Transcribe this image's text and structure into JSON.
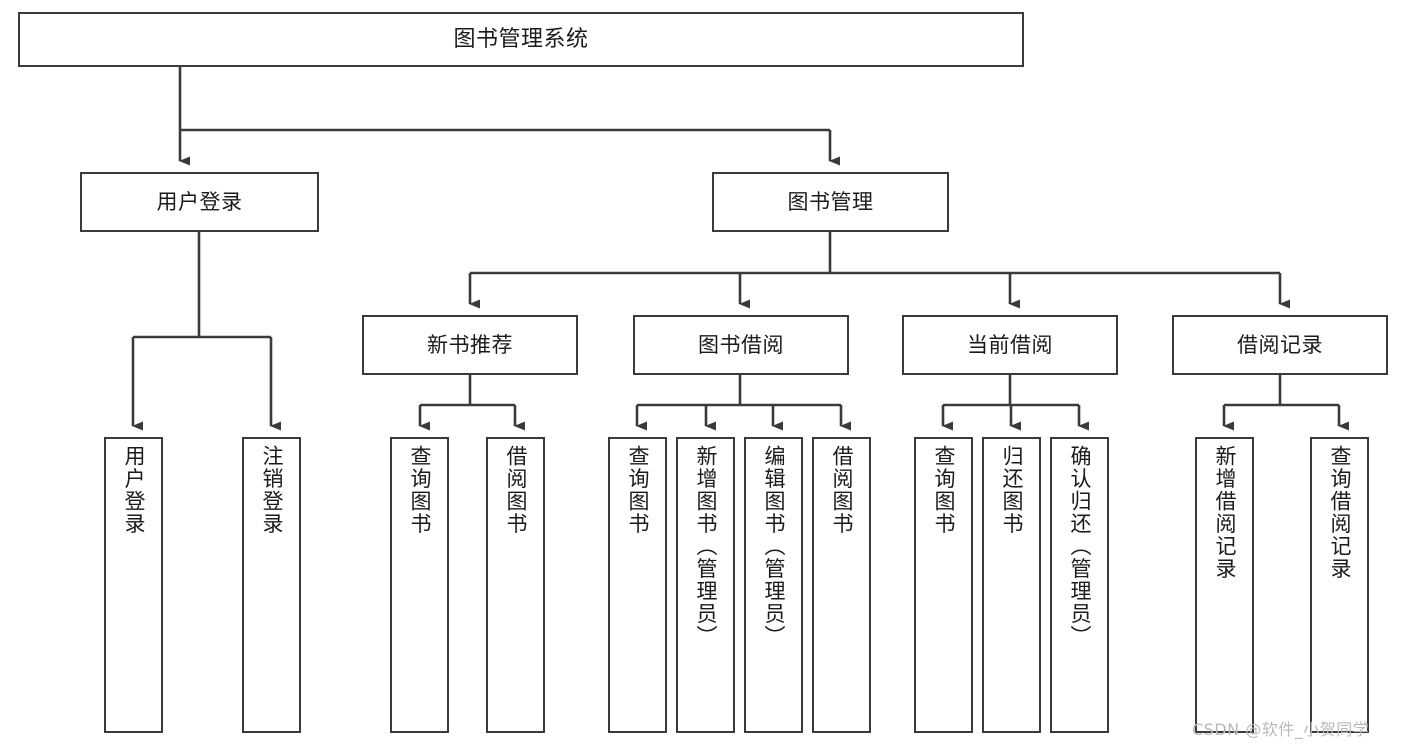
{
  "diagram": {
    "title": "图书管理系统",
    "type": "tree-hierarchy-chart",
    "stroke_color": "#3a3a3a",
    "fill_color": "#ffffff",
    "text_color": "#1b1b1b"
  },
  "nodes": {
    "root": {
      "label": "图书管理系统"
    },
    "level2": [
      {
        "label": "用户登录"
      },
      {
        "label": "图书管理"
      }
    ],
    "level3": [
      {
        "label": "新书推荐"
      },
      {
        "label": "图书借阅"
      },
      {
        "label": "当前借阅"
      },
      {
        "label": "借阅记录"
      }
    ],
    "leaves_user_login": [
      {
        "label": "用户登录"
      },
      {
        "label": "注销登录"
      }
    ],
    "leaves_new_books": [
      {
        "label": "查询图书"
      },
      {
        "label": "借阅图书"
      }
    ],
    "leaves_book_borrow": [
      {
        "label": "查询图书"
      },
      {
        "label": "新增图书（管理员）"
      },
      {
        "label": "编辑图书（管理员）"
      },
      {
        "label": "借阅图书"
      }
    ],
    "leaves_current_borrow": [
      {
        "label": "查询图书"
      },
      {
        "label": "归还图书"
      },
      {
        "label": "确认归还（管理员）"
      }
    ],
    "leaves_borrow_records": [
      {
        "label": "新增借阅记录"
      },
      {
        "label": "查询借阅记录"
      }
    ]
  },
  "watermark": {
    "text": "CSDN @软件_小贺同学"
  }
}
